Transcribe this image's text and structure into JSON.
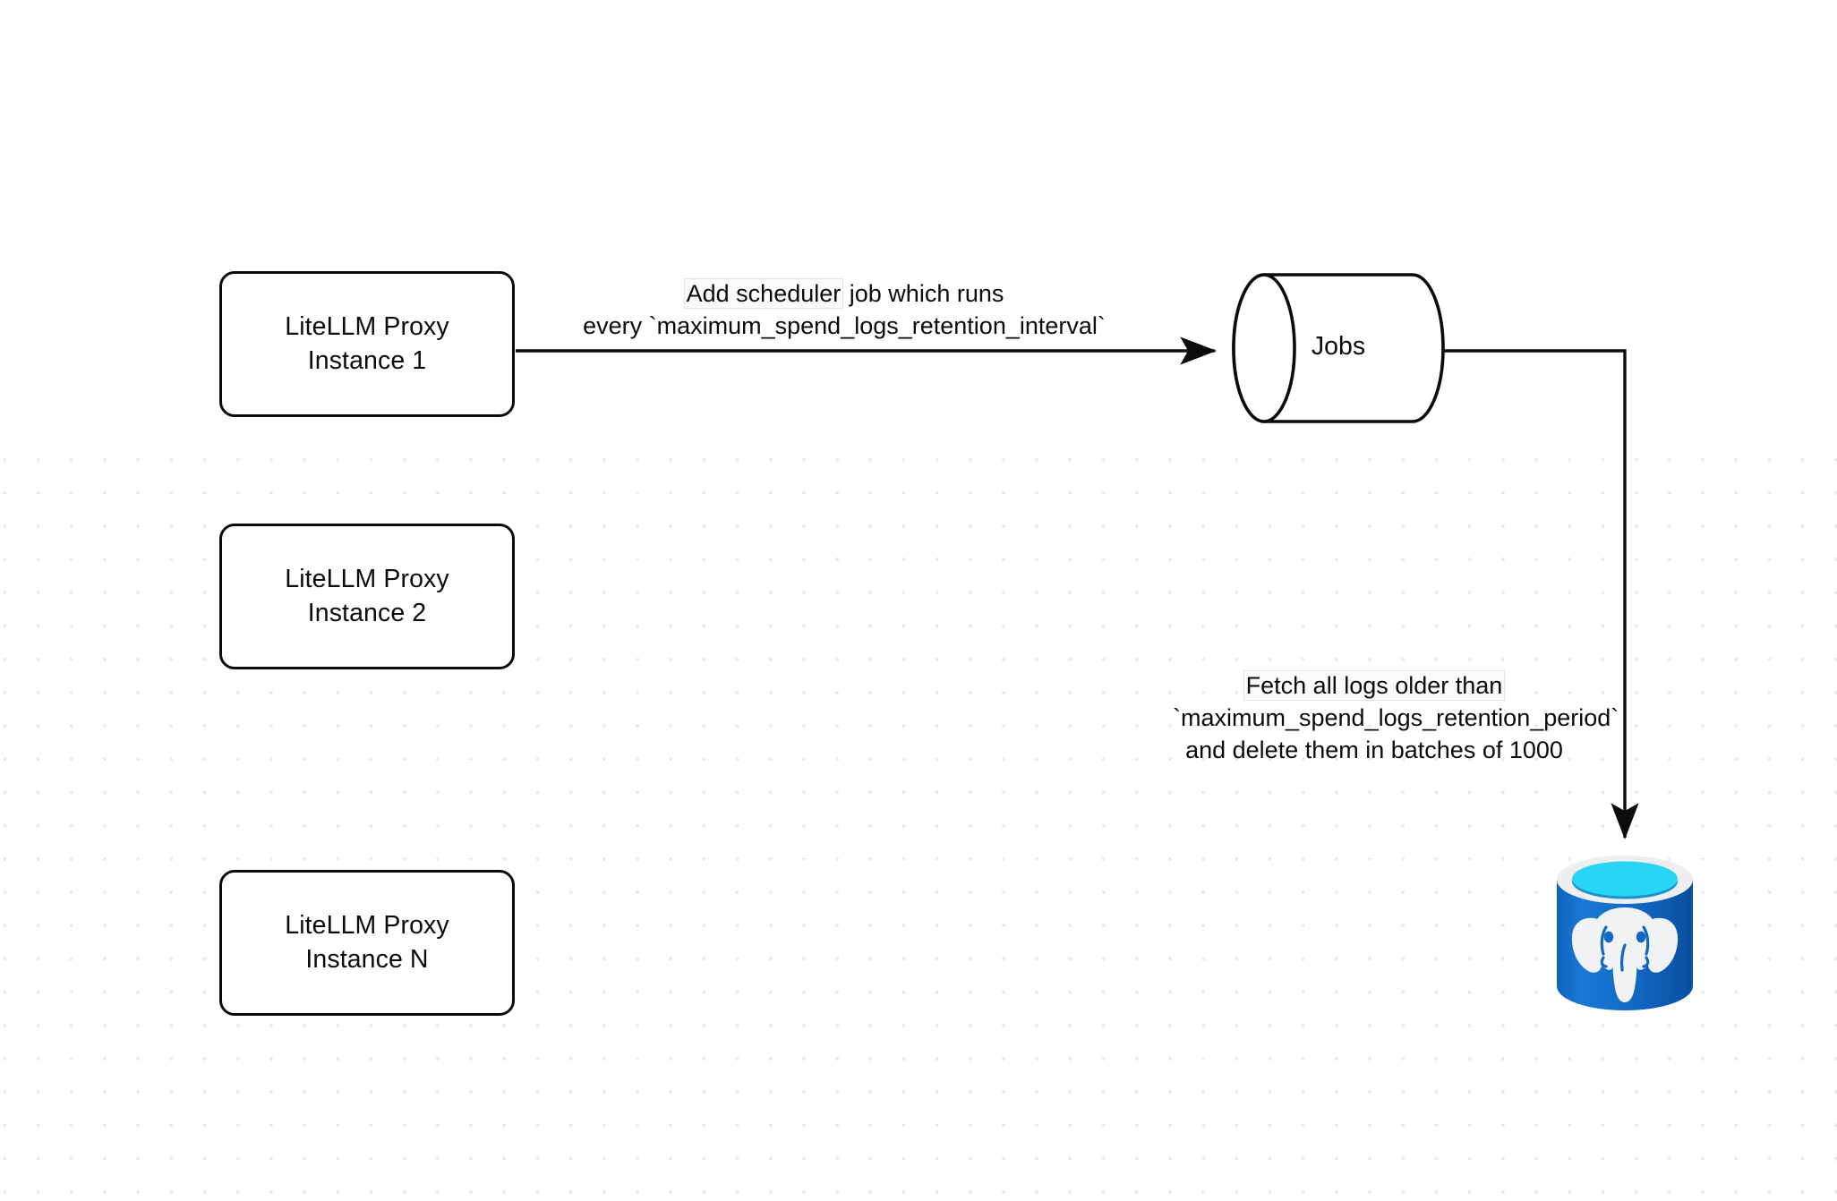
{
  "diagram": {
    "title": "LiteLLM spend logs retention scheduler flow",
    "background": "#ffffff",
    "grid": "dot-grid"
  },
  "nodes": {
    "proxy_instances": [
      {
        "id": "proxy-1",
        "line1": "LiteLLM Proxy",
        "line2": "Instance 1"
      },
      {
        "id": "proxy-2",
        "line1": "LiteLLM Proxy",
        "line2": "Instance 2"
      },
      {
        "id": "proxy-3",
        "line1": "LiteLLM Proxy",
        "line2": "Instance N"
      }
    ],
    "jobs_cylinder": {
      "label": "Jobs",
      "shape": "cylinder"
    },
    "database": {
      "icon": "postgresql-database-icon",
      "shape": "cylinder"
    }
  },
  "edges": {
    "scheduler": {
      "highlighted": "Add scheduler",
      "rest_line1": " job which runs",
      "line2": "every `maximum_spend_logs_retention_interval`"
    },
    "fetch": {
      "highlighted": "Fetch all logs older than",
      "line2": "`maximum_spend_logs_retention_period`",
      "line3": "and delete them in batches of 1000"
    }
  },
  "colors": {
    "stroke": "#0b0b0b",
    "grid_dot": "#e9e9e9",
    "postgres_body": "#1168c4",
    "postgres_body_dark": "#0a4e9e",
    "postgres_rim": "#eceef0",
    "postgres_top": "#29d5f5",
    "postgres_top_inner": "#1a94c7",
    "postgres_elephant": "#f1f2f3"
  }
}
